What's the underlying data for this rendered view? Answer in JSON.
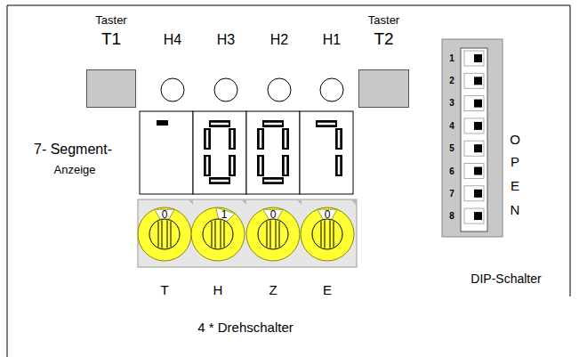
{
  "diagram": {
    "nodes": [
      {
        "text": [
          "Taster",
          "T1"
        ]
      },
      {
        "text": [
          "Taster",
          "T2"
        ]
      }
    ],
    "labels": [
      "H4",
      "H3",
      "H2",
      "H1",
      "7- Segment-",
      "Anzeige",
      "0",
      "1",
      "0",
      "0",
      "T",
      "H",
      "Z",
      "E",
      "4 * Drehschalter",
      "1",
      "2",
      "3",
      "4",
      "5",
      "6",
      "7",
      "8",
      "O",
      "P",
      "E",
      "N",
      "DIP-Schalter"
    ]
  }
}
